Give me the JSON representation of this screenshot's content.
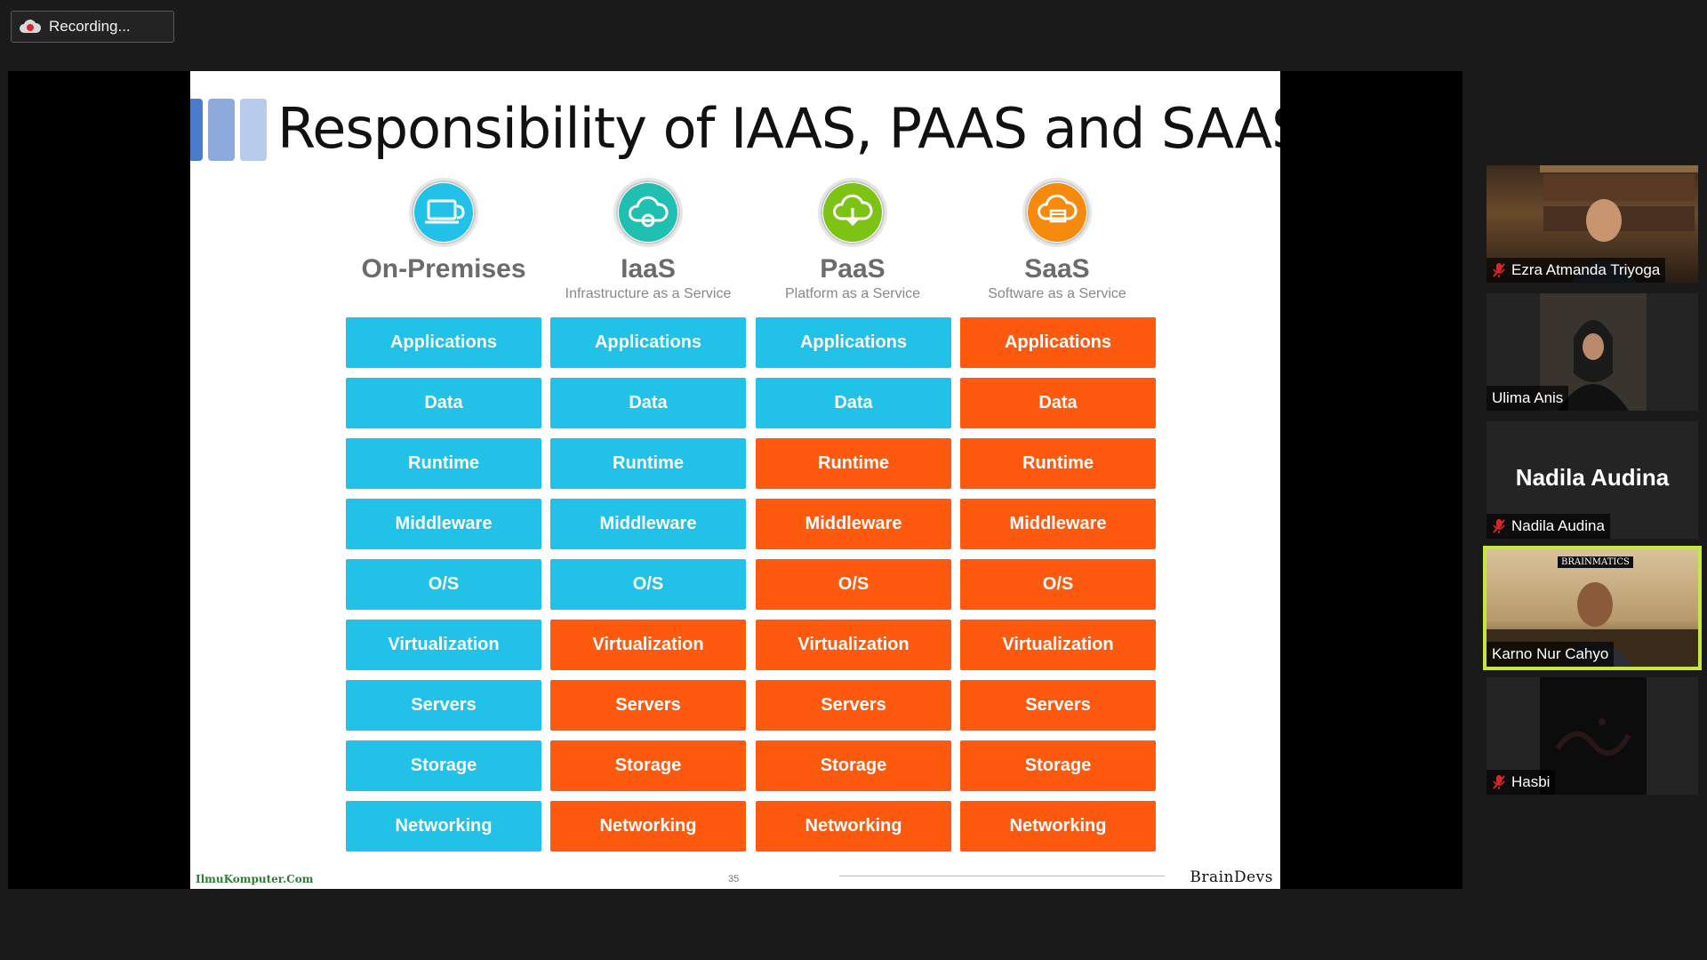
{
  "recording": {
    "label": "Recording..."
  },
  "slide": {
    "title": "Responsibility of IAAS, PAAS and SAAS",
    "columns": [
      {
        "name": "On-Premises",
        "subtitle": "",
        "icon": "laptop-icon",
        "icon_color": "#22c1e7"
      },
      {
        "name": "IaaS",
        "subtitle": "Infrastructure as a Service",
        "icon": "cloud-gear-icon",
        "icon_color": "#1fbfb2"
      },
      {
        "name": "PaaS",
        "subtitle": "Platform as a Service",
        "icon": "cloud-download-icon",
        "icon_color": "#7cc314"
      },
      {
        "name": "SaaS",
        "subtitle": "Software as a Service",
        "icon": "cloud-window-icon",
        "icon_color": "#f58a0c"
      }
    ],
    "layers": [
      "Applications",
      "Data",
      "Runtime",
      "Middleware",
      "O/S",
      "Virtualization",
      "Servers",
      "Storage",
      "Networking"
    ],
    "managed_colors": {
      "you_manage": "#22c1e7",
      "provider_manages": "#fe5a0f"
    },
    "cell_colors": [
      [
        "blue",
        "blue",
        "blue",
        "blue",
        "blue",
        "blue",
        "blue",
        "blue",
        "blue"
      ],
      [
        "blue",
        "blue",
        "blue",
        "blue",
        "blue",
        "orange",
        "orange",
        "orange",
        "orange"
      ],
      [
        "blue",
        "blue",
        "orange",
        "orange",
        "orange",
        "orange",
        "orange",
        "orange",
        "orange"
      ],
      [
        "orange",
        "orange",
        "orange",
        "orange",
        "orange",
        "orange",
        "orange",
        "orange",
        "orange"
      ]
    ],
    "footer": {
      "left": "IlmuKomputer.Com",
      "page": "35",
      "right": "BrainDevs"
    }
  },
  "participants": [
    {
      "name": "Ezra Atmanda Triyoga",
      "muted": true,
      "video": true,
      "active": false
    },
    {
      "name": "Ulima Anis",
      "muted": false,
      "video": true,
      "active": false
    },
    {
      "name": "Nadila Audina",
      "muted": true,
      "video": false,
      "active": false
    },
    {
      "name": "Karno Nur Cahyo",
      "muted": false,
      "video": true,
      "active": true,
      "banner": "BRAINMATICS"
    },
    {
      "name": "Hasbi",
      "muted": true,
      "video": true,
      "active": false
    }
  ]
}
